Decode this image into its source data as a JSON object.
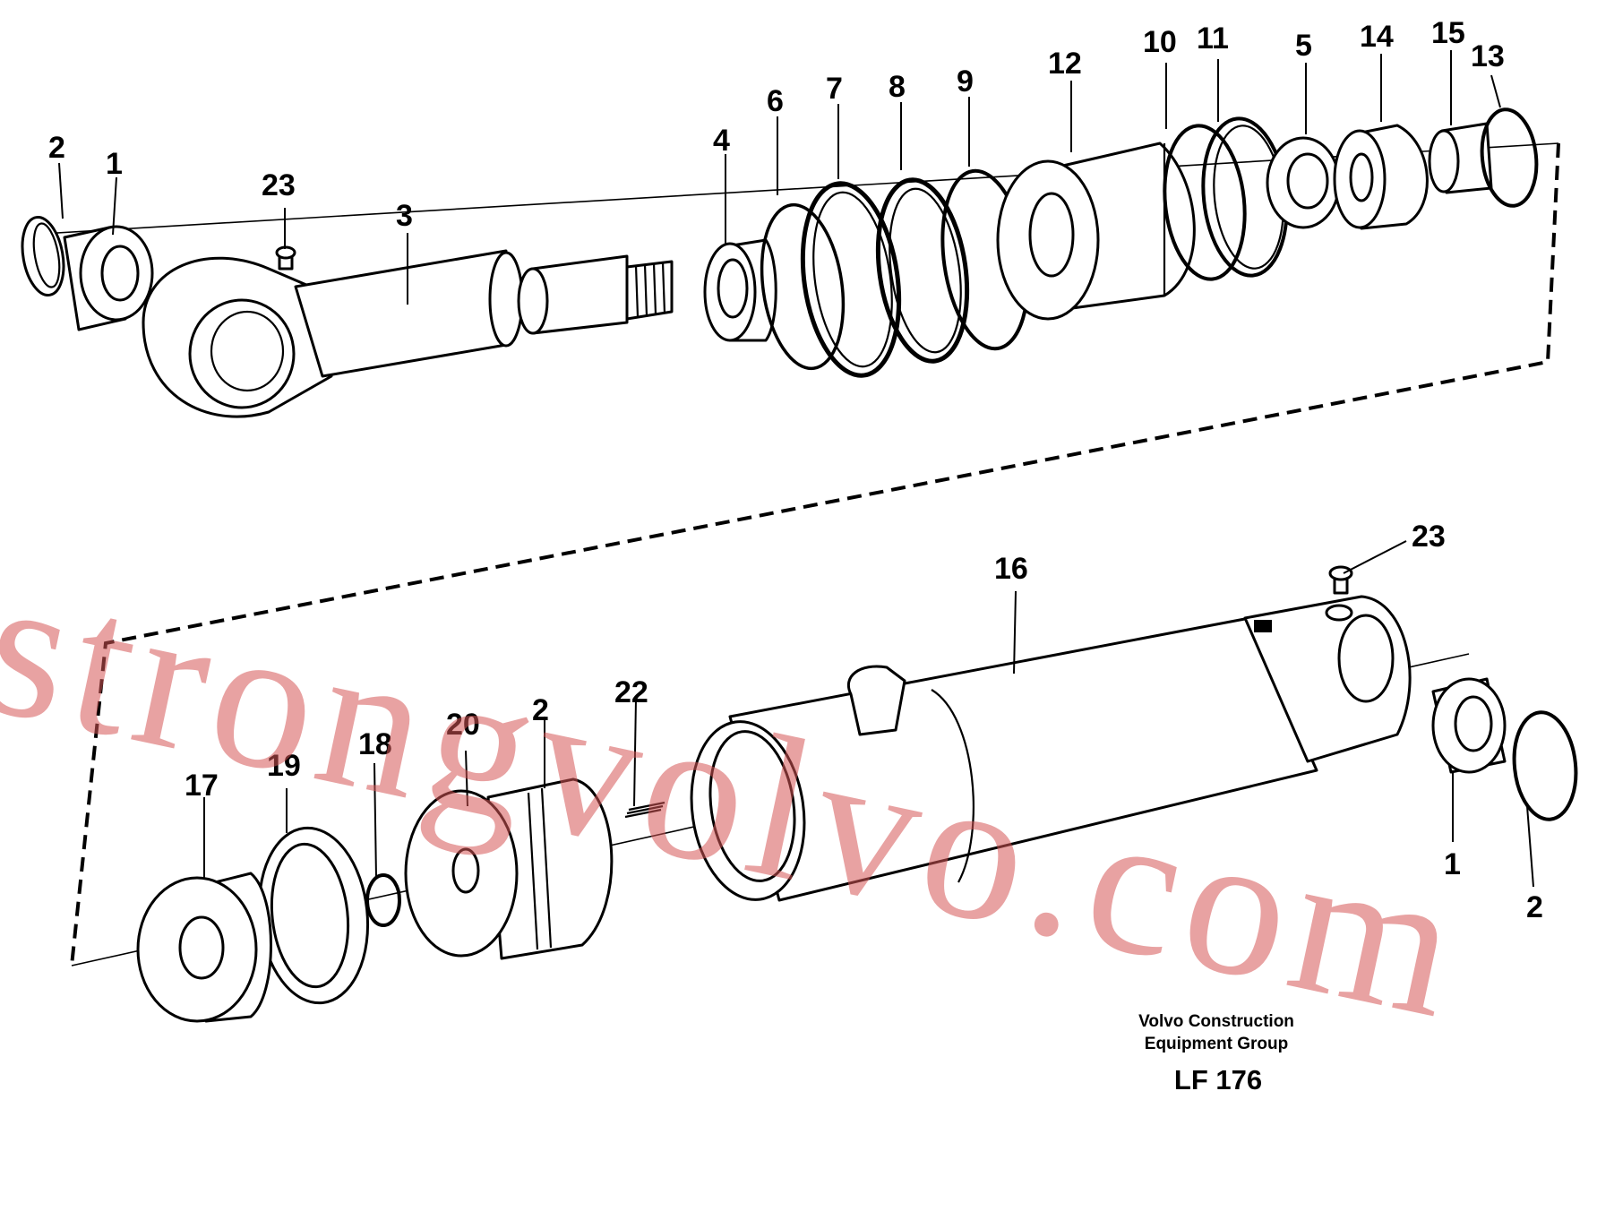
{
  "callouts": {
    "c1_top": "1",
    "c2_top": "2",
    "c23_top": "23",
    "c3": "3",
    "c4": "4",
    "c6": "6",
    "c7": "7",
    "c8": "8",
    "c9": "9",
    "c12": "12",
    "c10": "10",
    "c11": "11",
    "c5": "5",
    "c14": "14",
    "c15": "15",
    "c13": "13",
    "c16": "16",
    "c23_bottom": "23",
    "c22": "22",
    "c21": "2",
    "c20": "20",
    "c18": "18",
    "c19": "19",
    "c17": "17",
    "c1_bottom": "1",
    "c2_bottom": "2"
  },
  "credit": {
    "line1": "Volvo Construction",
    "line2": "Equipment Group"
  },
  "code": "LF 176",
  "watermark": "strongvolvo.com"
}
